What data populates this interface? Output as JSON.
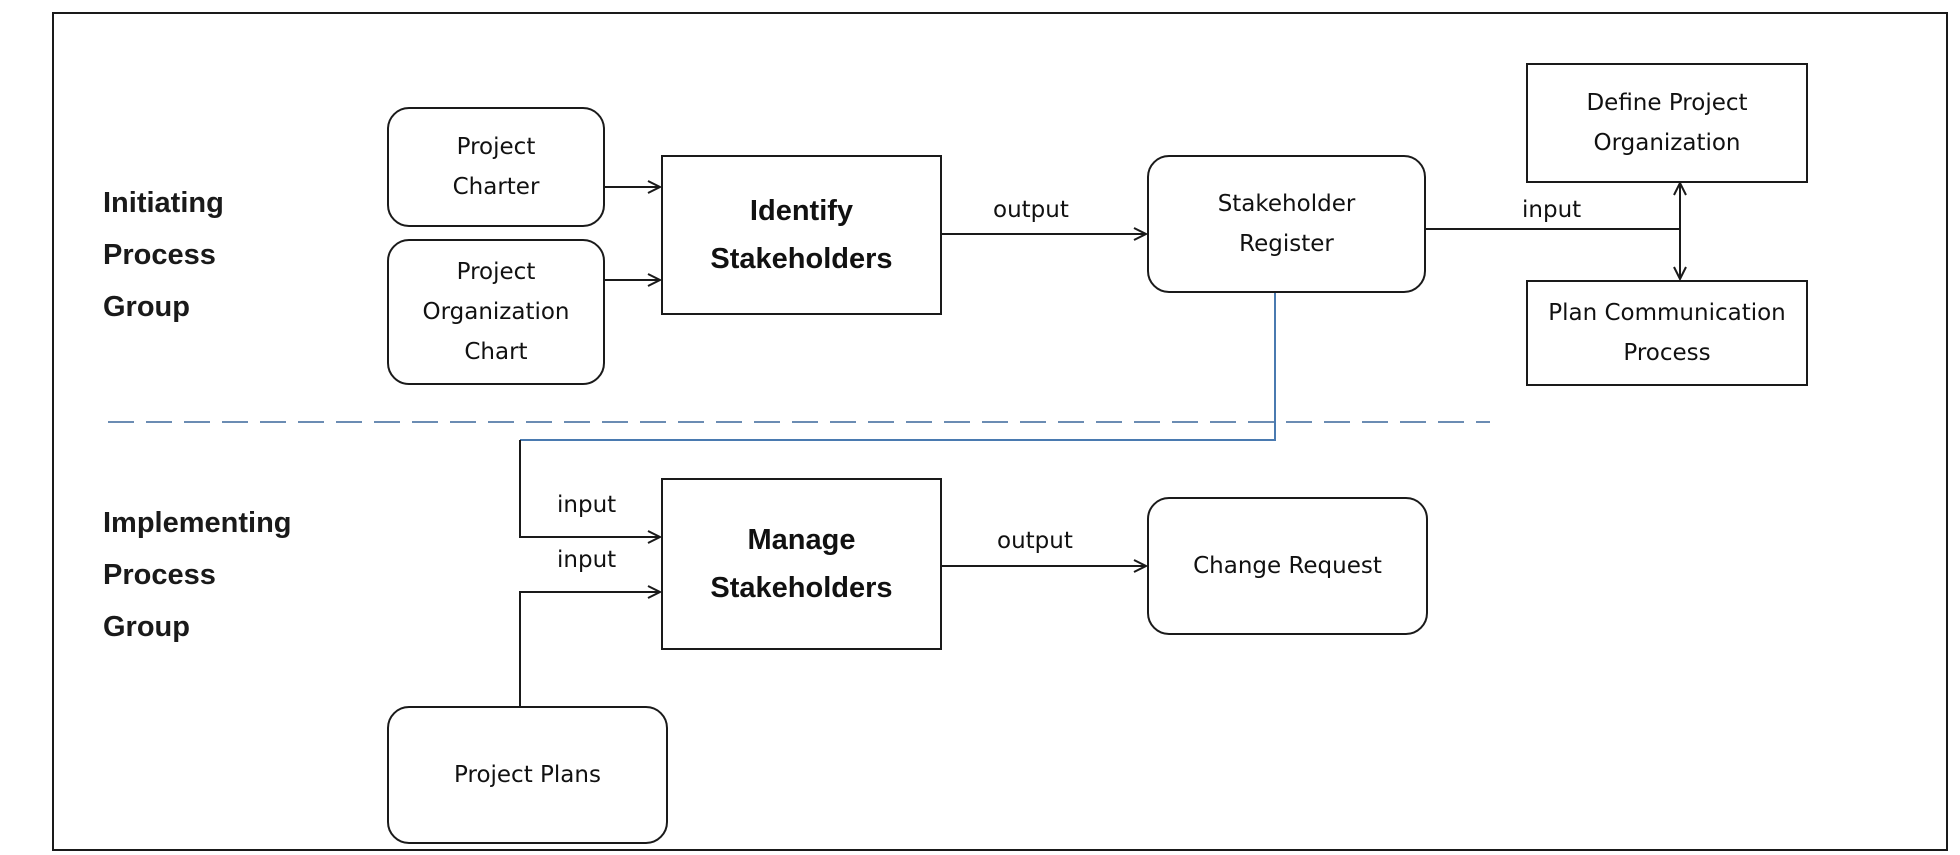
{
  "groups": {
    "initiating": "Initiating\nProcess\nGroup",
    "implementing": "Implementing\nProcess\nGroup"
  },
  "nodes": {
    "project_charter": "Project\nCharter",
    "project_org_chart": "Project\nOrganization\nChart",
    "identify_stakeholders": "Identify\nStakeholders",
    "stakeholder_register": "Stakeholder\nRegister",
    "define_project_org": "Define Project\nOrganization",
    "plan_communication": "Plan Communication\nProcess",
    "manage_stakeholders": "Manage\nStakeholders",
    "change_request": "Change Request",
    "project_plans": "Project Plans"
  },
  "edge_labels": {
    "output_identify": "output",
    "input_register": "input",
    "input_manage_1": "input",
    "input_manage_2": "input",
    "output_manage": "output"
  },
  "colors": {
    "line": "#1a1a1a",
    "register_link": "#4a7ab0",
    "separator": "#6b8cb3"
  }
}
